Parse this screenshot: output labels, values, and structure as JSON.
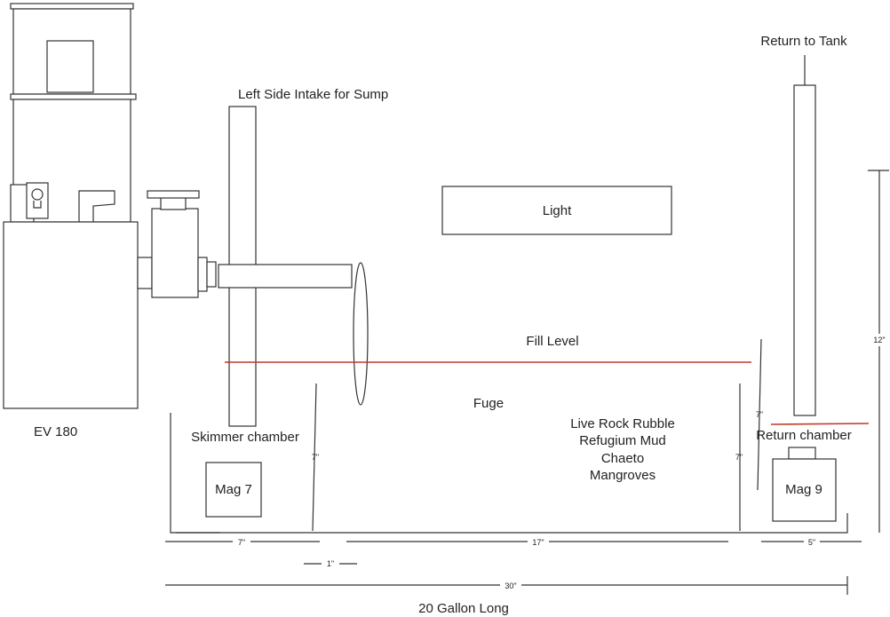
{
  "labels": {
    "skimmer_model": "EV 180",
    "intake": "Left  Side Intake for Sump",
    "return_to_tank": "Return to Tank",
    "light": "Light",
    "fill_level": "Fill Level",
    "fuge": "Fuge",
    "fuge_contents": [
      "Live Rock Rubble",
      "Refugium Mud",
      "Chaeto",
      "Mangroves"
    ],
    "skimmer_chamber": "Skimmer chamber",
    "return_chamber": "Return chamber",
    "pump_left": "Mag 7",
    "pump_right": "Mag 9",
    "tank_name": "20 Gallon Long"
  },
  "dimensions": {
    "baffle1_height": "7\"",
    "baffle2_height": "7\"",
    "baffle3_height": "7\"",
    "height_total": "12\"",
    "width_skimmer": "7\"",
    "width_fuge": "17\"",
    "width_return": "5\"",
    "gap": "1\"",
    "length_total": "30\""
  },
  "colors": {
    "line": "#333333",
    "fill_level": "#c0392b"
  }
}
